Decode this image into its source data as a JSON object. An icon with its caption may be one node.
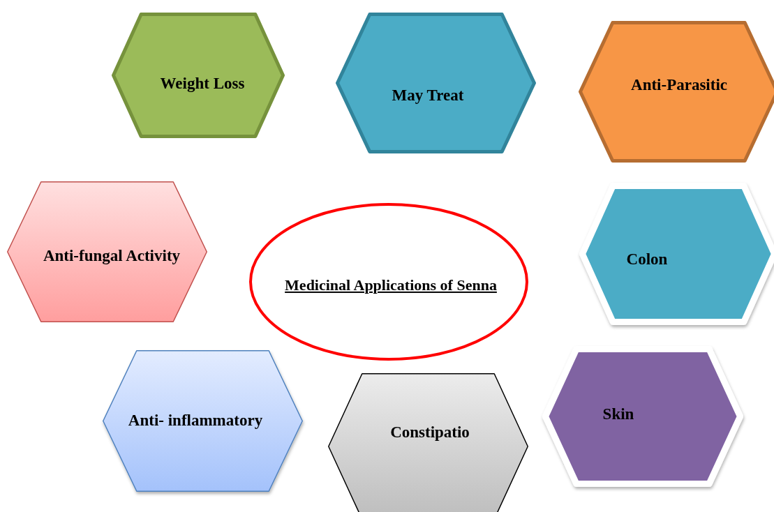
{
  "diagram": {
    "nodes": [
      {
        "text": [
          "Weight Loss"
        ]
      },
      {
        "text": [
          "May Treat"
        ]
      },
      {
        "text": [
          "Anti-Parasitic"
        ]
      },
      {
        "text": [
          "Anti-fungal Activity"
        ]
      },
      {
        "text": [
          "Medicinal Applications of Senna"
        ]
      },
      {
        "text": [
          "Colon"
        ]
      },
      {
        "text": [
          "Anti- inflammatory"
        ]
      },
      {
        "text": [
          "Constipatio"
        ]
      },
      {
        "text": [
          "Skin"
        ]
      }
    ]
  }
}
